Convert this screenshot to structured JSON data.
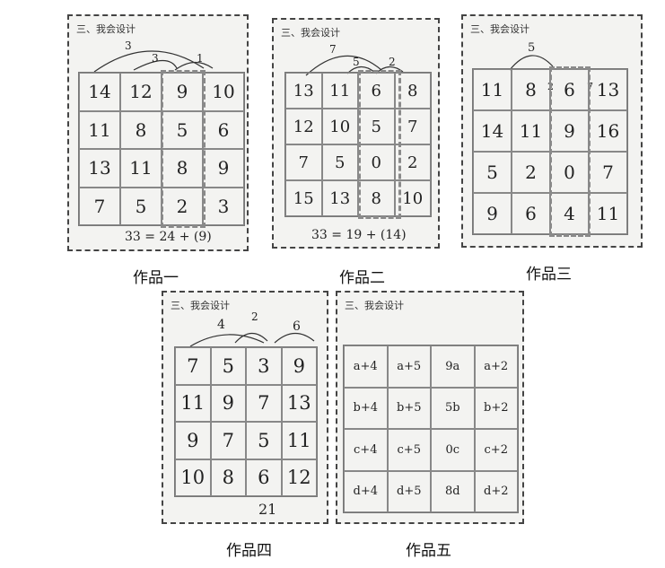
{
  "header": "三、我会设计",
  "works": [
    {
      "caption": "作品一",
      "bottom": "33 = 24 + (9)",
      "arcs": [
        "3",
        "3",
        "1"
      ],
      "grid": [
        [
          "14",
          "12",
          "9",
          "10"
        ],
        [
          "11",
          "8",
          "5",
          "6"
        ],
        [
          "13",
          "11",
          "8",
          "9"
        ],
        [
          "7",
          "5",
          "2",
          "3"
        ]
      ]
    },
    {
      "caption": "作品二",
      "bottom": "33 = 19 + (14)",
      "arcs": [
        "7",
        "5",
        "2"
      ],
      "grid": [
        [
          "13",
          "11",
          "6",
          "8"
        ],
        [
          "12",
          "10",
          "5",
          "7"
        ],
        [
          "7",
          "5",
          "0",
          "2"
        ],
        [
          "15",
          "13",
          "8",
          "10"
        ]
      ]
    },
    {
      "caption": "作品三",
      "bottom": "",
      "arcs": [
        "5",
        "2",
        "7"
      ],
      "grid": [
        [
          "11",
          "8",
          "6",
          "13"
        ],
        [
          "14",
          "11",
          "9",
          "16"
        ],
        [
          "5",
          "2",
          "0",
          "7"
        ],
        [
          "9",
          "6",
          "4",
          "11"
        ]
      ]
    },
    {
      "caption": "作品四",
      "bottom": "21",
      "arcs": [
        "4",
        "2",
        "6"
      ],
      "grid": [
        [
          "7",
          "5",
          "3",
          "9"
        ],
        [
          "11",
          "9",
          "7",
          "13"
        ],
        [
          "9",
          "7",
          "5",
          "11"
        ],
        [
          "10",
          "8",
          "6",
          "12"
        ]
      ]
    },
    {
      "caption": "作品五",
      "bottom": "",
      "arcs": [],
      "grid": [
        [
          "a+4",
          "a+5",
          "9a",
          "a+2"
        ],
        [
          "b+4",
          "b+5",
          "5b",
          "b+2"
        ],
        [
          "c+4",
          "c+5",
          "0c",
          "c+2"
        ],
        [
          "d+4",
          "d+5",
          "8d",
          "d+2"
        ]
      ]
    }
  ]
}
